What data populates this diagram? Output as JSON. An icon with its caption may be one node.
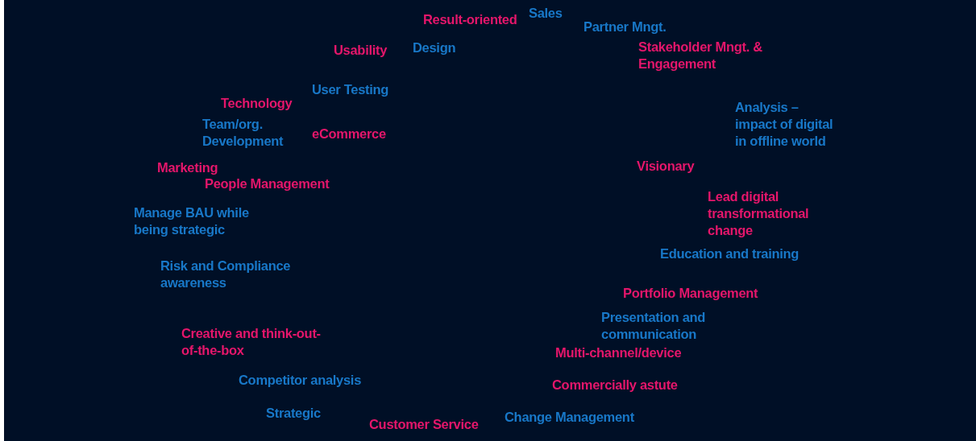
{
  "diagram": {
    "labels": [
      "Sales",
      "Result-oriented",
      "Partner Mngt.",
      "Design",
      "Usability",
      "Stakeholder Mngt. & Engagement",
      "User Testing",
      "Technology",
      "Analysis – impact of digital in offline world",
      "Team/org. Development",
      "eCommerce",
      "Visionary",
      "Marketing",
      "People Management",
      "Lead digital transformational change",
      "Manage BAU while being strategic",
      "Education and training",
      "Risk and Compliance awareness",
      "Portfolio Management",
      "Presentation and communication",
      "Creative and think-out-of-the-box",
      "Multi-channel/device",
      "Competitor analysis",
      "Commercially astute",
      "Strategic",
      "Change Management",
      "Customer Service"
    ]
  }
}
